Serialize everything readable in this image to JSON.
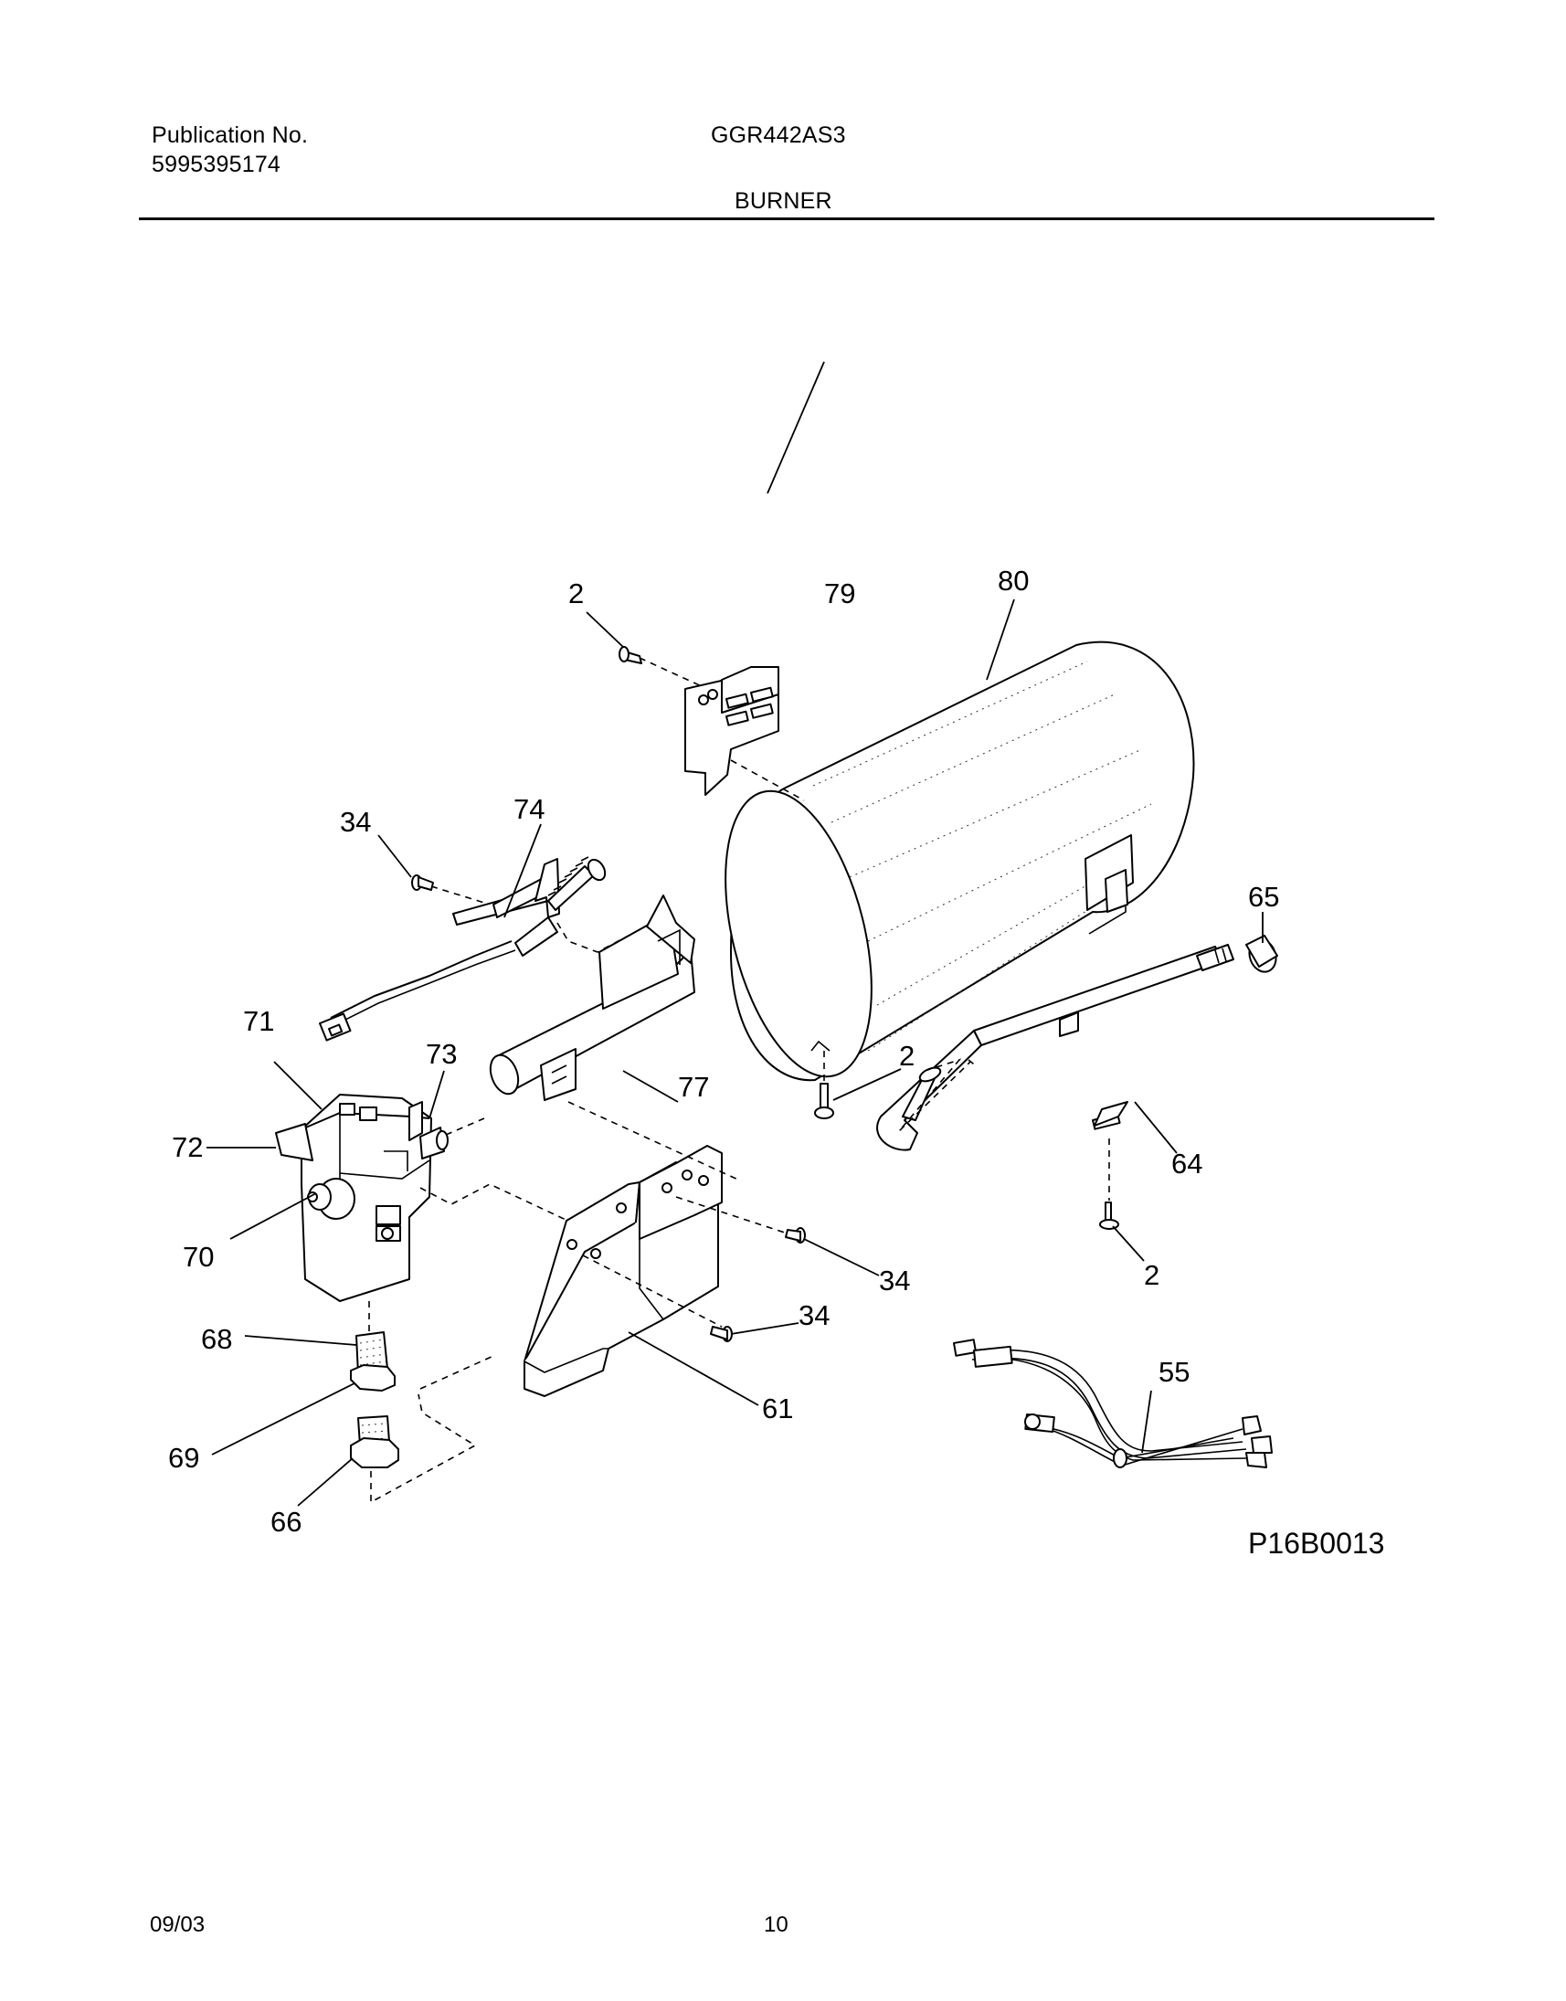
{
  "header": {
    "publication_label": "Publication No.",
    "publication_number": "5995395174",
    "model": "GGR442AS3",
    "section_title": "BURNER"
  },
  "diagram": {
    "drawing_code": "P16B0013",
    "callouts": {
      "c2_top": "2",
      "c79": "79",
      "c80": "80",
      "c34_top": "34",
      "c74": "74",
      "c65": "65",
      "c71": "71",
      "c73": "73",
      "c2_mid": "2",
      "c77": "77",
      "c72": "72",
      "c64": "64",
      "c70": "70",
      "c34_mid": "34",
      "c2_right": "2",
      "c34_low": "34",
      "c68": "68",
      "c55": "55",
      "c61": "61",
      "c69": "69",
      "c66": "66"
    }
  },
  "footer": {
    "date": "09/03",
    "page": "10"
  }
}
